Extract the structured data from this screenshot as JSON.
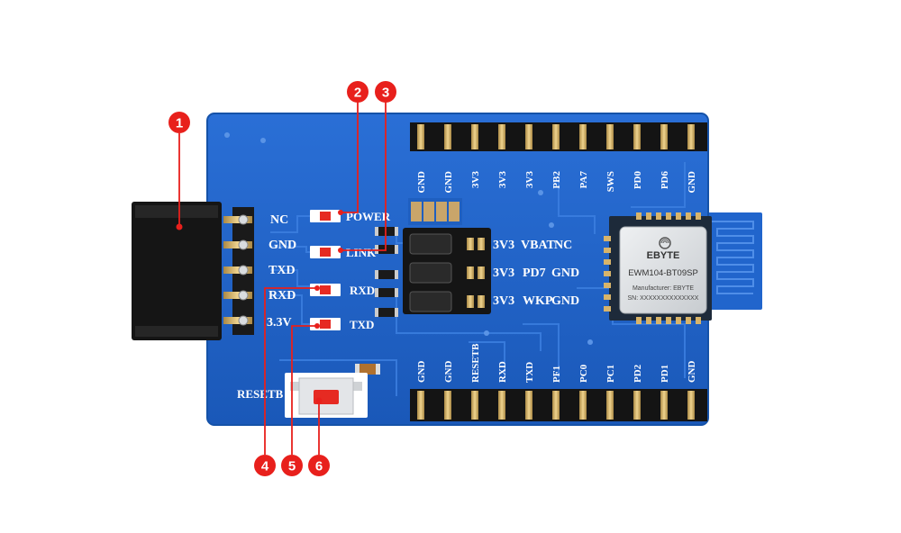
{
  "colors": {
    "pcb": "#1f63c9",
    "pcb_edge": "#1552a8",
    "callout": "#e8201c",
    "silk": "#ffffff",
    "header_black": "#161616",
    "pin_gold": "#d8b46a",
    "shield": "#d9dcdf",
    "led_red": "#e62a22"
  },
  "callouts": [
    {
      "num": "1",
      "icon": "callout-badge-usb-connector"
    },
    {
      "num": "2",
      "icon": "callout-badge-power-led"
    },
    {
      "num": "3",
      "icon": "callout-badge-link-led"
    },
    {
      "num": "4",
      "icon": "callout-badge-rxd-led"
    },
    {
      "num": "5",
      "icon": "callout-badge-txd-led"
    },
    {
      "num": "6",
      "icon": "callout-badge-reset-button"
    }
  ],
  "left_header": {
    "labels": [
      "NC",
      "GND",
      "TXD",
      "RXD",
      "3.3V"
    ]
  },
  "leds": {
    "power": "POWER",
    "link": "LINK",
    "rxd": "RXD",
    "txd": "TXD"
  },
  "jumpers": {
    "rows": [
      {
        "left": "3V3",
        "mid": "VBAT",
        "right": "NC"
      },
      {
        "left": "3V3",
        "mid": "PD7",
        "right": "GND"
      },
      {
        "left": "3V3",
        "mid": "WKP",
        "right": "GND"
      }
    ]
  },
  "top_header": {
    "labels": [
      "GND",
      "GND",
      "3V3",
      "3V3",
      "3V3",
      "PB2",
      "PA7",
      "SWS",
      "PD0",
      "PD6",
      "GND"
    ]
  },
  "bottom_header": {
    "labels": [
      "GND",
      "GND",
      "RESETB",
      "RXD",
      "TXD",
      "PF1",
      "PC0",
      "PC1",
      "PD2",
      "PD1",
      "GND"
    ]
  },
  "reset_label": "RESETB",
  "module": {
    "brand": "EBYTE",
    "model": "EWM104-BT09SP",
    "manufacturer": "Manufacturer: EBYTE",
    "serial": "SN: XXXXXXXXXXXXXX"
  }
}
